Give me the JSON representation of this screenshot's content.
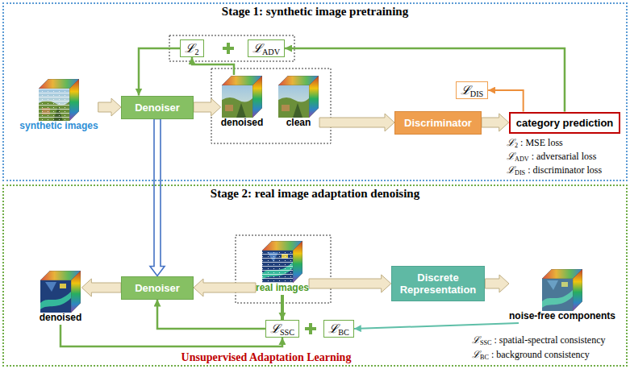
{
  "diagram": {
    "nodes": [
      {
        "text": [
          "Stage 1: synthetic image pretraining"
        ]
      },
      {
        "text": [
          "synthetic images"
        ],
        "in": 0
      },
      {
        "text": [
          "Denoiser"
        ],
        "in": 0
      },
      {
        "text": [
          "denoised"
        ],
        "in": 0
      },
      {
        "text": [
          "clean"
        ],
        "in": 0
      },
      {
        "text": [
          "ℒ2"
        ],
        "in": 0
      },
      {
        "text": [
          "ℒADV"
        ],
        "in": 0
      },
      {
        "text": [
          "Discriminator"
        ],
        "in": 0
      },
      {
        "text": [
          "ℒDIS"
        ],
        "in": 0
      },
      {
        "text": [
          "category prediction"
        ],
        "in": 0
      },
      {
        "text": [
          "Stage 2: real image adaptation denoising"
        ]
      },
      {
        "text": [
          "denoised"
        ],
        "in": 10
      },
      {
        "text": [
          "Denoiser"
        ],
        "in": 10
      },
      {
        "text": [
          "real images"
        ],
        "in": 10
      },
      {
        "text": [
          "Discrete Representation"
        ],
        "in": 10
      },
      {
        "text": [
          "noise-free components"
        ],
        "in": 10
      },
      {
        "text": [
          "ℒSSC"
        ],
        "in": 10
      },
      {
        "text": [
          "ℒBC"
        ],
        "in": 10
      }
    ],
    "edges": [
      {
        "from": 1,
        "to": 2,
        "arrow": "to"
      },
      {
        "from": 2,
        "to": 3,
        "arrow": "to"
      },
      {
        "from": 3,
        "to": 5,
        "arrow": "to"
      },
      {
        "from": 5,
        "to": 2,
        "arrow": "to"
      },
      {
        "from": 4,
        "to": 7,
        "arrow": "to"
      },
      {
        "from": 7,
        "to": 9,
        "arrow": "to"
      },
      {
        "from": 9,
        "to": 6,
        "arrow": "to"
      },
      {
        "from": 9,
        "to": 8,
        "arrow": "to"
      },
      {
        "from": 2,
        "to": 12,
        "arrow": "to"
      },
      {
        "from": 13,
        "to": 12,
        "arrow": "to"
      },
      {
        "from": 12,
        "to": 11,
        "arrow": "to"
      },
      {
        "from": 13,
        "to": 14,
        "arrow": "to"
      },
      {
        "from": 14,
        "to": 15,
        "arrow": "to"
      },
      {
        "from": 13,
        "to": 16,
        "arrow": "to"
      },
      {
        "from": 16,
        "to": 12,
        "arrow": "to"
      },
      {
        "from": 11,
        "to": 16,
        "arrow": "to"
      },
      {
        "from": 15,
        "to": 17,
        "arrow": "to"
      }
    ],
    "labels": [
      "ℒ2 : MSE loss",
      "ℒADV : adversarial loss",
      "ℒDIS : discriminator loss",
      "Unsupervised Adaptation Learning",
      "ℒSSC : spatial-spectral consistency",
      "ℒBC : background consistency"
    ]
  }
}
